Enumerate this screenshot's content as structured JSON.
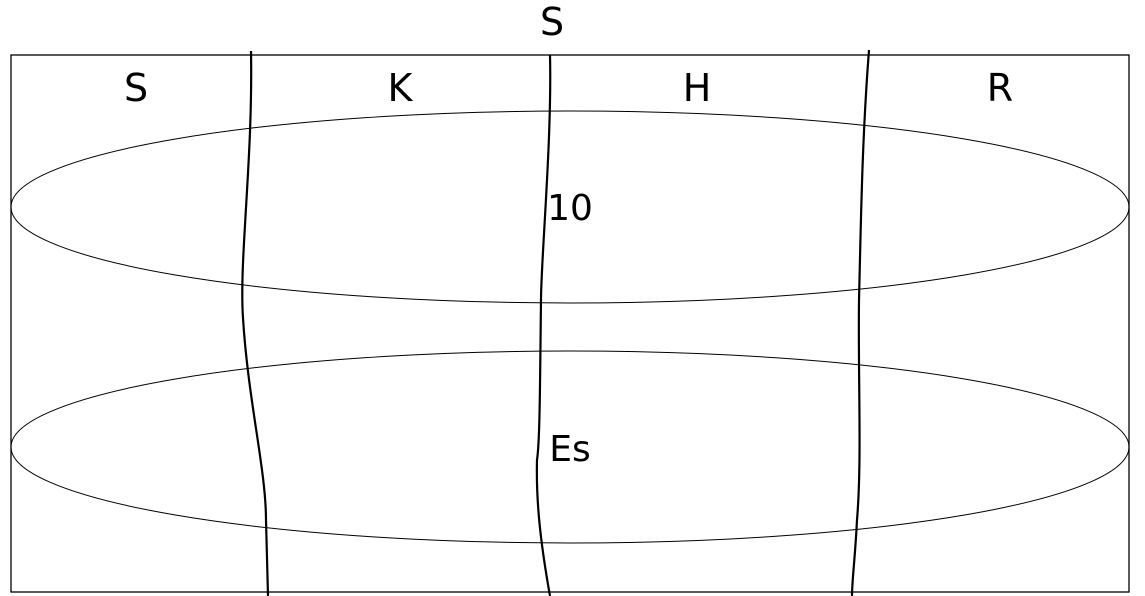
{
  "diagram": {
    "top_label": "S",
    "column_labels": [
      "S",
      "K",
      "H",
      "R"
    ],
    "region_labels": [
      "10",
      "Es"
    ],
    "line_color": "#000000",
    "background_color": "#ffffff"
  }
}
